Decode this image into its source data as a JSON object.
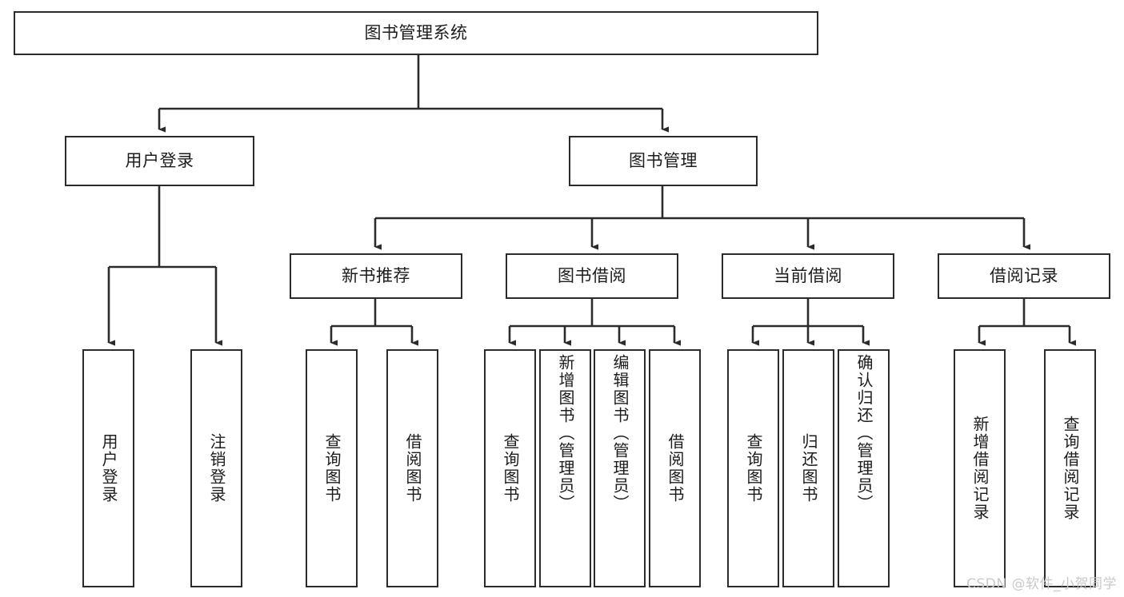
{
  "diagram": {
    "title": "图书管理系统",
    "type": "hierarchy-tree",
    "watermark": "CSDN @软件_小贺同学",
    "levels": {
      "root": {
        "id": "root",
        "label": "图书管理系统"
      },
      "level2": [
        {
          "id": "user-login",
          "label": "用户登录"
        },
        {
          "id": "book-management",
          "label": "图书管理"
        }
      ],
      "level3": [
        {
          "id": "new-book-recommend",
          "label": "新书推荐",
          "parent": "book-management"
        },
        {
          "id": "book-borrow",
          "label": "图书借阅",
          "parent": "book-management"
        },
        {
          "id": "current-borrow",
          "label": "当前借阅",
          "parent": "book-management"
        },
        {
          "id": "borrow-record",
          "label": "借阅记录",
          "parent": "book-management"
        }
      ],
      "leaves": [
        {
          "id": "leaf-user-login",
          "label": "用户登录",
          "parent": "user-login"
        },
        {
          "id": "leaf-logout-login",
          "label": "注销登录",
          "parent": "user-login"
        },
        {
          "id": "leaf-query-book-1",
          "label": "查询图书",
          "parent": "new-book-recommend"
        },
        {
          "id": "leaf-borrow-book-1",
          "label": "借阅图书",
          "parent": "new-book-recommend"
        },
        {
          "id": "leaf-query-book-2",
          "label": "查询图书",
          "parent": "book-borrow"
        },
        {
          "id": "leaf-add-book",
          "label": "新增图书（管理员）",
          "parent": "book-borrow"
        },
        {
          "id": "leaf-edit-book",
          "label": "编辑图书（管理员）",
          "parent": "book-borrow"
        },
        {
          "id": "leaf-borrow-book-2",
          "label": "借阅图书",
          "parent": "book-borrow"
        },
        {
          "id": "leaf-query-book-3",
          "label": "查询图书",
          "parent": "current-borrow"
        },
        {
          "id": "leaf-return-book",
          "label": "归还图书",
          "parent": "current-borrow"
        },
        {
          "id": "leaf-confirm-return",
          "label": "确认归还（管理员）",
          "parent": "current-borrow"
        },
        {
          "id": "leaf-add-borrow-record",
          "label": "新增借阅记录",
          "parent": "borrow-record"
        },
        {
          "id": "leaf-query-borrow-record",
          "label": "查询借阅记录",
          "parent": "borrow-record"
        }
      ]
    },
    "colors": {
      "stroke": "#2b2b2b",
      "fill": "#ffffff",
      "text": "#1c1c1c",
      "watermark": "#c9c9c9"
    }
  }
}
